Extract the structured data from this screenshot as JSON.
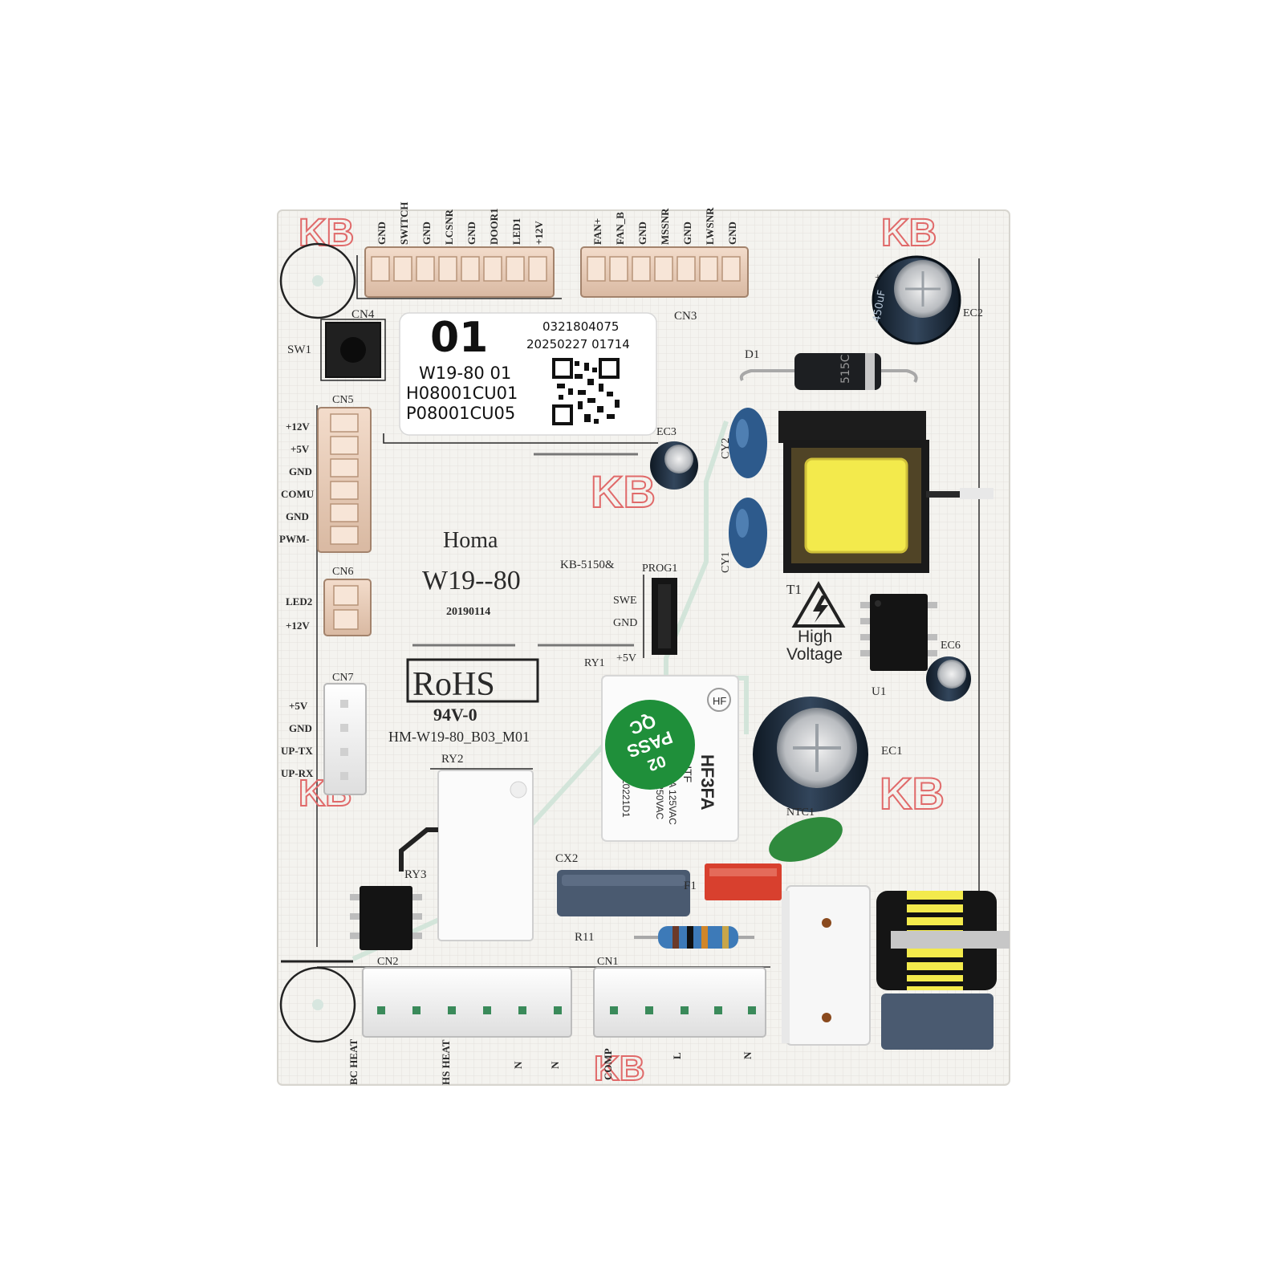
{
  "colors": {
    "board": "#f4f3ef",
    "silkscreen": "#2a2a2a",
    "kb_mark": "#e06a6a",
    "connector_beige": "#ecd2bf",
    "connector_white": "#f7f7f7",
    "qc_sticker": "#1f8f3a",
    "capacitor_blue": "#2d5a8c",
    "capacitor_body": "#1e2c3c",
    "transformer_yellow": "#f3ea4c",
    "relay_white": "#fbfbfb",
    "fuse_red": "#d8402e",
    "film_cap_grey": "#4a5a70",
    "ntc_green": "#2f8a3d"
  },
  "kb_marks": [
    "KB",
    "KB",
    "KB",
    "KB",
    "KB",
    "KB"
  ],
  "label_sticker": {
    "big_number": "01",
    "serial": "0321804075",
    "date_code": "20250227 01714",
    "model_line": "W19-80 01",
    "hw_code": "H08001CU01",
    "part_code": "P08001CU05"
  },
  "board_text": {
    "brand": "Homa",
    "model": "W19--80",
    "date": "20190114",
    "rohs": "RoHS",
    "flammability": "94V-0",
    "board_code": "HM-W19-80_B03_M01",
    "kb_code": "KB-5150&",
    "high_voltage_1": "High",
    "high_voltage_2": "Voltage"
  },
  "designators": {
    "cn4": "CN4",
    "cn3": "CN3",
    "cn5": "CN5",
    "cn6": "CN6",
    "cn7": "CN7",
    "cn2": "CN2",
    "cn1": "CN1",
    "sw1": "SW1",
    "d1": "D1",
    "t1": "T1",
    "u1": "U1",
    "ec1": "EC1",
    "ec2": "EC2",
    "ec3": "EC3",
    "ec6": "EC6",
    "cy1": "CY1",
    "cy2": "CY2",
    "prog1": "PROG1",
    "ry1": "RY1",
    "ry2": "RY2",
    "ry3": "RY3",
    "ntc1": "NTC1",
    "cx2": "CX2",
    "f1": "F1",
    "r11": "R11"
  },
  "cn4_pins": [
    "GND",
    "SWITCH",
    "GND",
    "LCSNR",
    "GND",
    "DOOR1",
    "LED1",
    "+12V"
  ],
  "cn3_pins": [
    "FAN+",
    "FAN_B",
    "GND",
    "MSSNR",
    "GND",
    "LWSNR",
    "GND"
  ],
  "cn5_pins": [
    "+12V",
    "+5V",
    "GND",
    "COMU",
    "GND",
    "PWM-"
  ],
  "cn6_pins": [
    "LED2",
    "+12V"
  ],
  "cn7_pins": [
    "+5V",
    "GND",
    "UP-TX",
    "UP-RX"
  ],
  "prog1_pins": [
    "SWE",
    "GND",
    "+5V"
  ],
  "cn2_pins": [
    "BC HEAT",
    "HS HEAT",
    "N",
    "N"
  ],
  "cn1_pins": [
    "COMP",
    "L",
    "N"
  ],
  "relay": {
    "brand_logo": "HF",
    "model": "HF3FA",
    "suffix": "012-HTF",
    "rating1": "10A 125VAC",
    "rating2": "7A 250VAC",
    "date": "20221D1"
  },
  "qc_sticker": {
    "line1": "QC",
    "line2": "PASS",
    "line3": "02"
  },
  "diode_marking": "515C",
  "ec2_marking": "450uF"
}
